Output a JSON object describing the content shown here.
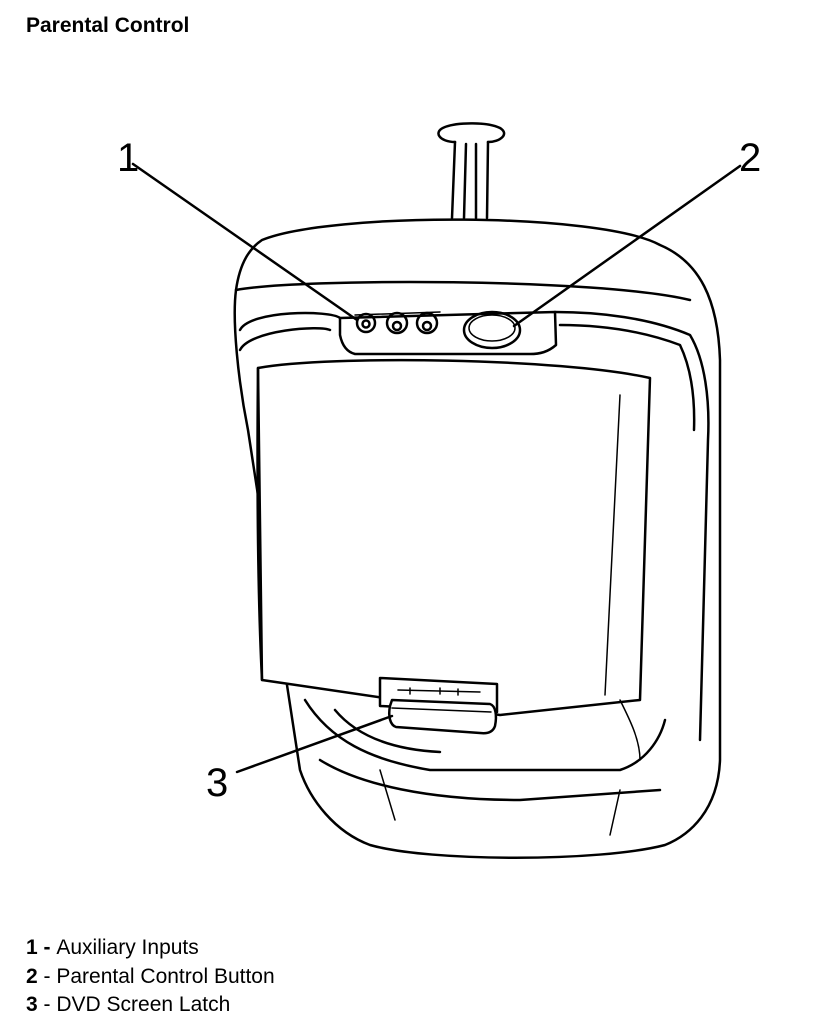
{
  "title": "Parental Control",
  "callouts": [
    "1",
    "2",
    "3"
  ],
  "legend": [
    {
      "num": "1",
      "sep": " - ",
      "label": "Auxiliary Inputs"
    },
    {
      "num": "2",
      "sep": " - ",
      "label": "Parental Control Button"
    },
    {
      "num": "3",
      "sep": " - ",
      "label": "DVD Screen Latch"
    }
  ]
}
